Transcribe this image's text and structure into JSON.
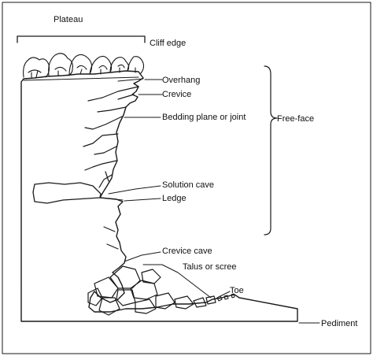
{
  "diagram": {
    "labels": {
      "plateau": "Plateau",
      "cliff_edge": "Cliff edge",
      "overhang": "Overhang",
      "crevice": "Crevice",
      "bedding_plane": "Bedding plane or joint",
      "free_face": "Free-face",
      "solution_cave": "Solution cave",
      "ledge": "Ledge",
      "crevice_cave": "Crevice cave",
      "talus": "Talus or scree",
      "toe": "Toe",
      "pediment": "Pediment"
    },
    "colors": {
      "ink": "#1a1a1a",
      "background": "#ffffff"
    }
  }
}
